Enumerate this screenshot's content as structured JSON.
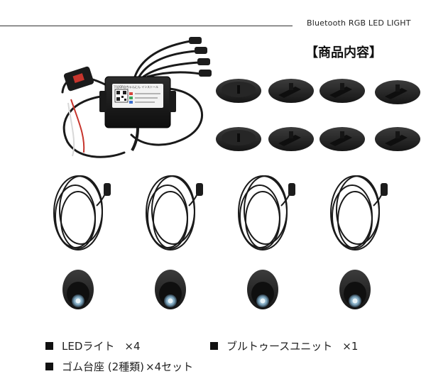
{
  "header": {
    "title": "Bluetooth RGB LED LIGHT",
    "contents_label": "【商品内容】"
  },
  "controller": {
    "label_text": "下記QR自ちゃんにん インストール"
  },
  "legend": {
    "items": [
      {
        "name": "LEDライト",
        "qty": "×4"
      },
      {
        "name": "ブルトゥースユニット",
        "qty": "×1"
      },
      {
        "name": "ゴム台座 (2種類)",
        "qty": "×4セット"
      }
    ]
  },
  "colors": {
    "accent_dark": "#111111",
    "cable": "#1a1a1a",
    "mount": "#2a2a2a",
    "lens": "#8fb3c8"
  },
  "icons": [
    "square-bullet-icon"
  ]
}
